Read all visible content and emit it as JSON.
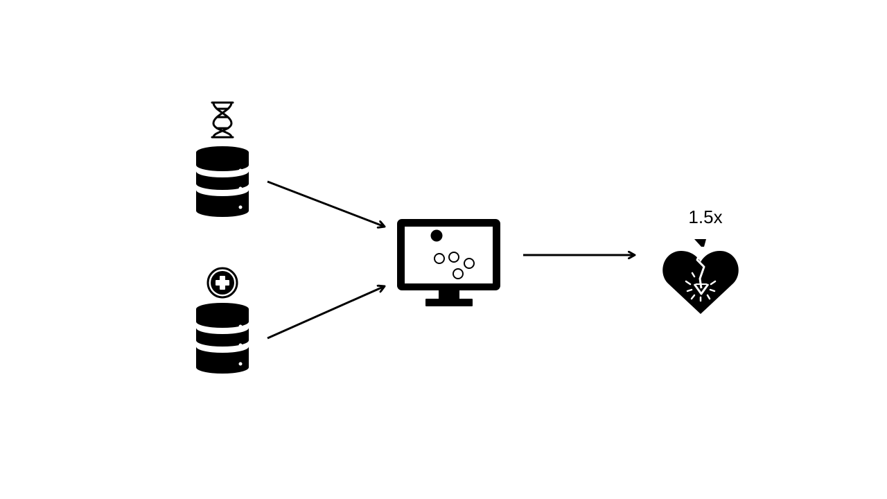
{
  "diagram": {
    "nodes": [
      {
        "id": "genomic-database",
        "icon": "dna-icon",
        "shape": "database-icon"
      },
      {
        "id": "clinical-database",
        "icon": "medical-cross-icon",
        "shape": "database-icon"
      },
      {
        "id": "analysis-computer",
        "icon": "monitor-scatter-icon"
      },
      {
        "id": "risk-outcome",
        "icon": "broken-heart-icon"
      }
    ],
    "edges": [
      {
        "from": "genomic-database",
        "to": "analysis-computer"
      },
      {
        "from": "clinical-database",
        "to": "analysis-computer"
      },
      {
        "from": "analysis-computer",
        "to": "risk-outcome"
      }
    ],
    "outcome": {
      "multiplier_label": "1.5x"
    },
    "colors": {
      "ink": "#000000",
      "background": "#ffffff"
    }
  }
}
